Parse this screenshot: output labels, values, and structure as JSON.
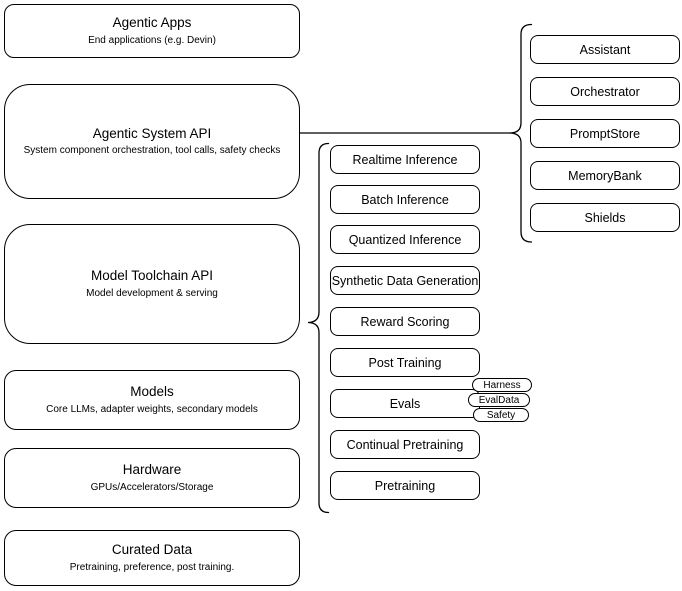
{
  "diagram": {
    "left_stack": [
      {
        "title": "Agentic Apps",
        "subtitle": "End applications (e.g. Devin)"
      },
      {
        "title": "Agentic System API",
        "subtitle": "System component orchestration, tool calls, safety checks"
      },
      {
        "title": "Model Toolchain API",
        "subtitle": "Model development & serving"
      },
      {
        "title": "Models",
        "subtitle": "Core LLMs, adapter weights, secondary models"
      },
      {
        "title": "Hardware",
        "subtitle": "GPUs/Accelerators/Storage"
      },
      {
        "title": "Curated Data",
        "subtitle": "Pretraining, preference, post training."
      }
    ],
    "toolchain_group": {
      "items": [
        "Realtime Inference",
        "Batch Inference",
        "Quantized Inference",
        "Synthetic Data Generation",
        "Reward Scoring",
        "Post Training",
        "Evals",
        "Continual Pretraining",
        "Pretraining"
      ]
    },
    "evals_tags": [
      "Harness",
      "EvalData",
      "Safety"
    ],
    "system_group": {
      "items": [
        "Assistant",
        "Orchestrator",
        "PromptStore",
        "MemoryBank",
        "Shields"
      ]
    },
    "colors": {
      "stroke": "#000000",
      "fill": "#ffffff",
      "text": "#000000"
    }
  }
}
